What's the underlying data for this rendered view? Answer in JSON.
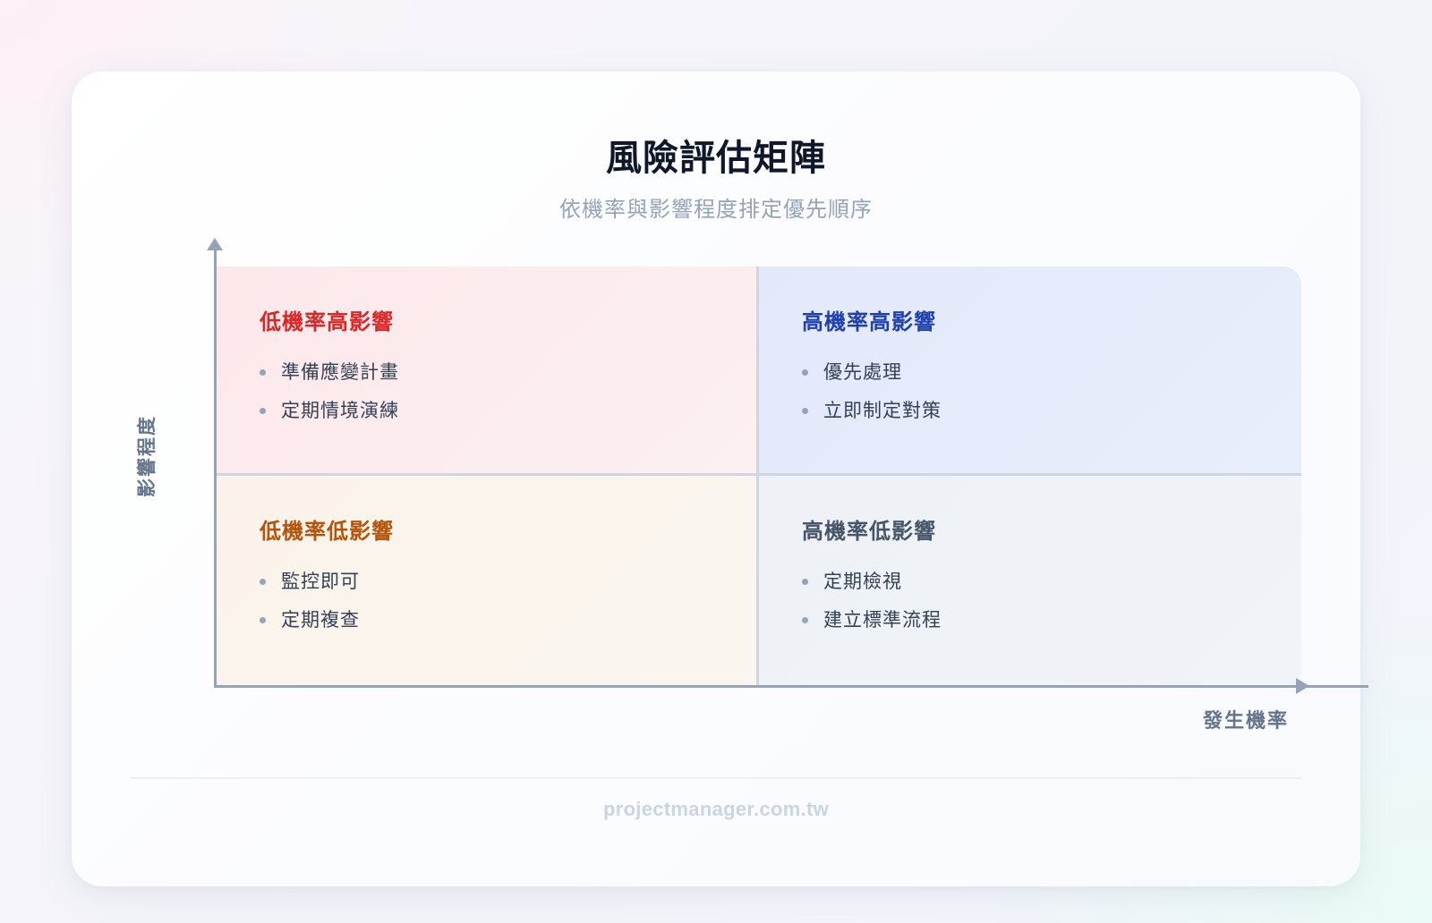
{
  "header": {
    "title": "風險評估矩陣",
    "subtitle": "依機率與影響程度排定優先順序"
  },
  "axes": {
    "y_label": "影響程度",
    "x_label": "發生機率"
  },
  "quadrants": {
    "top_left": {
      "title": "低機率高影響",
      "color": "#dc2626",
      "items": [
        "準備應變計畫",
        "定期情境演練"
      ]
    },
    "top_right": {
      "title": "高機率高影響",
      "color": "#1e40af",
      "items": [
        "優先處理",
        "立即制定對策"
      ]
    },
    "bottom_left": {
      "title": "低機率低影響",
      "color": "#b45309",
      "items": [
        "監控即可",
        "定期複查"
      ]
    },
    "bottom_right": {
      "title": "高機率低影響",
      "color": "#475569",
      "items": [
        "定期檢視",
        "建立標準流程"
      ]
    }
  },
  "footer": {
    "text": "projectmanager.com.tw"
  }
}
